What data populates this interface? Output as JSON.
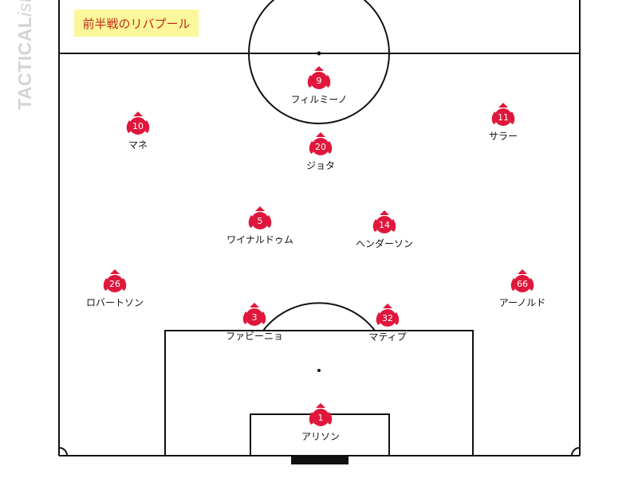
{
  "title": "前半戦のリバプール",
  "watermark": {
    "main": "TACTICAL",
    "italic": "ista"
  },
  "colors": {
    "player": "#e0173c",
    "title_bg": "#fbf79a",
    "title_text": "#c22a1a",
    "lines": "#111111"
  },
  "players": [
    {
      "number": "9",
      "name": "フィルミーノ"
    },
    {
      "number": "10",
      "name": "マネ"
    },
    {
      "number": "11",
      "name": "サラー"
    },
    {
      "number": "20",
      "name": "ジョタ"
    },
    {
      "number": "5",
      "name": "ワイナルドゥム"
    },
    {
      "number": "14",
      "name": "ヘンダーソン"
    },
    {
      "number": "26",
      "name": "ロバートソン"
    },
    {
      "number": "66",
      "name": "アーノルド"
    },
    {
      "number": "3",
      "name": "ファビーニョ"
    },
    {
      "number": "32",
      "name": "マティプ"
    },
    {
      "number": "1",
      "name": "アリソン"
    }
  ]
}
